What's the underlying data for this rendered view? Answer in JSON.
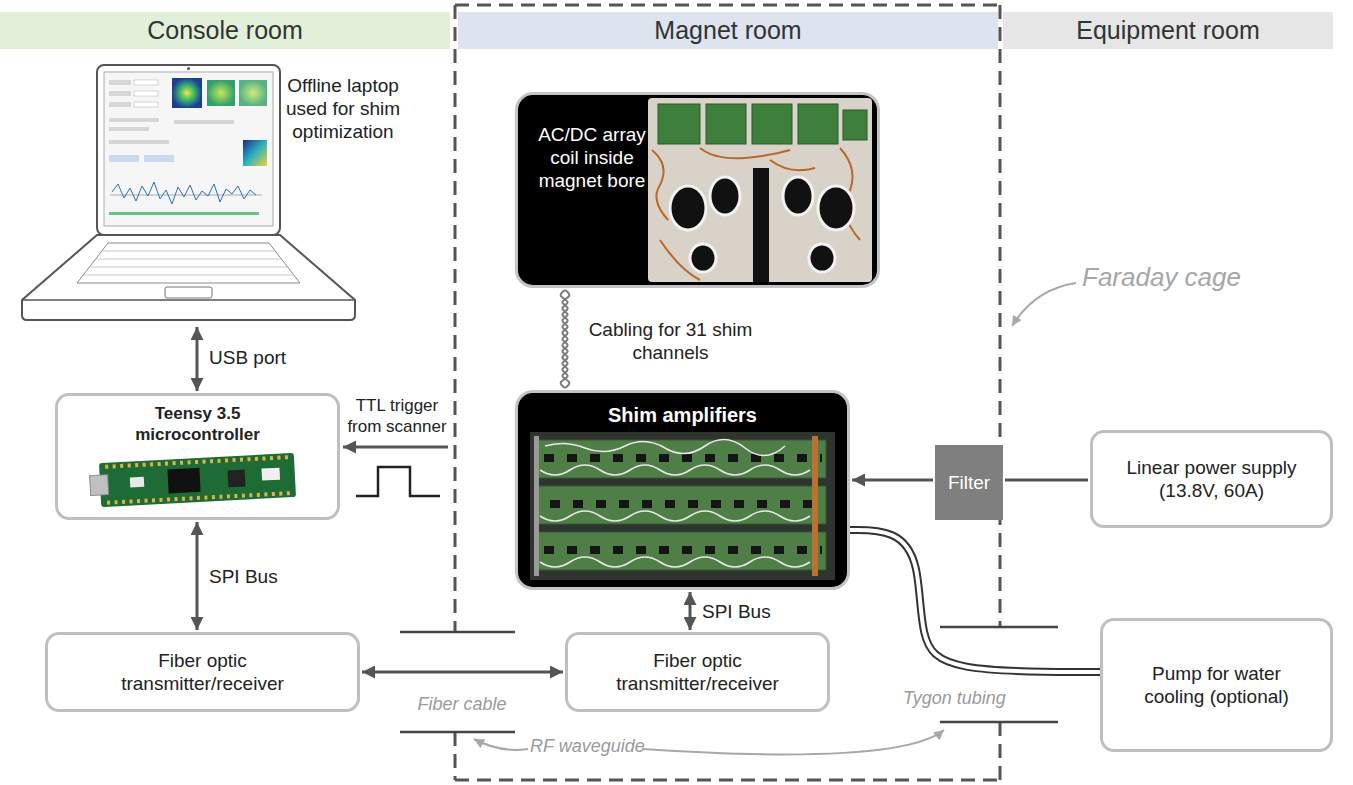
{
  "diagram": {
    "nodes": [
      {
        "text": [
          "Console room"
        ]
      },
      {
        "text": [
          "Magnet room"
        ]
      },
      {
        "text": [
          "Equipment room"
        ]
      },
      {
        "text": [
          "Offline laptop used for shim optimization"
        ]
      },
      {
        "text": [
          "Teensy 3.5 microcontroller"
        ]
      },
      {
        "text": [
          "Fiber optic transmitter/receiver"
        ]
      },
      {
        "text": [
          "AC/DC array coil inside magnet bore"
        ]
      },
      {
        "text": [
          "Shim amplifiers"
        ]
      },
      {
        "text": [
          "Fiber optic transmitter/receiver"
        ]
      },
      {
        "text": [
          "Filter"
        ]
      },
      {
        "text": [
          "Linear power supply (13.8V, 60A)"
        ]
      },
      {
        "text": [
          "Pump for water cooling (optional)"
        ]
      }
    ],
    "edges": [
      {
        "from": 3,
        "to": 4,
        "arrow": "both",
        "label": "USB port"
      },
      {
        "from": 4,
        "to": 5,
        "arrow": "both",
        "label": "SPI Bus"
      },
      {
        "from": 5,
        "to": 8,
        "arrow": "both",
        "label": "Fiber cable"
      },
      {
        "from": 7,
        "to": 8,
        "arrow": "both",
        "label": "SPI Bus"
      },
      {
        "from": 6,
        "to": 7,
        "arrow": "none",
        "label": "Cabling for 31 shim channels"
      },
      {
        "from": 10,
        "to": 9,
        "arrow": "none"
      },
      {
        "from": 9,
        "to": 7,
        "arrow": "to"
      },
      {
        "from": 7,
        "to": 11,
        "arrow": "none",
        "label": "Tygon tubing"
      }
    ],
    "labels": [
      "TTL trigger from scanner",
      "Faraday cage",
      "RF waveguide"
    ]
  }
}
